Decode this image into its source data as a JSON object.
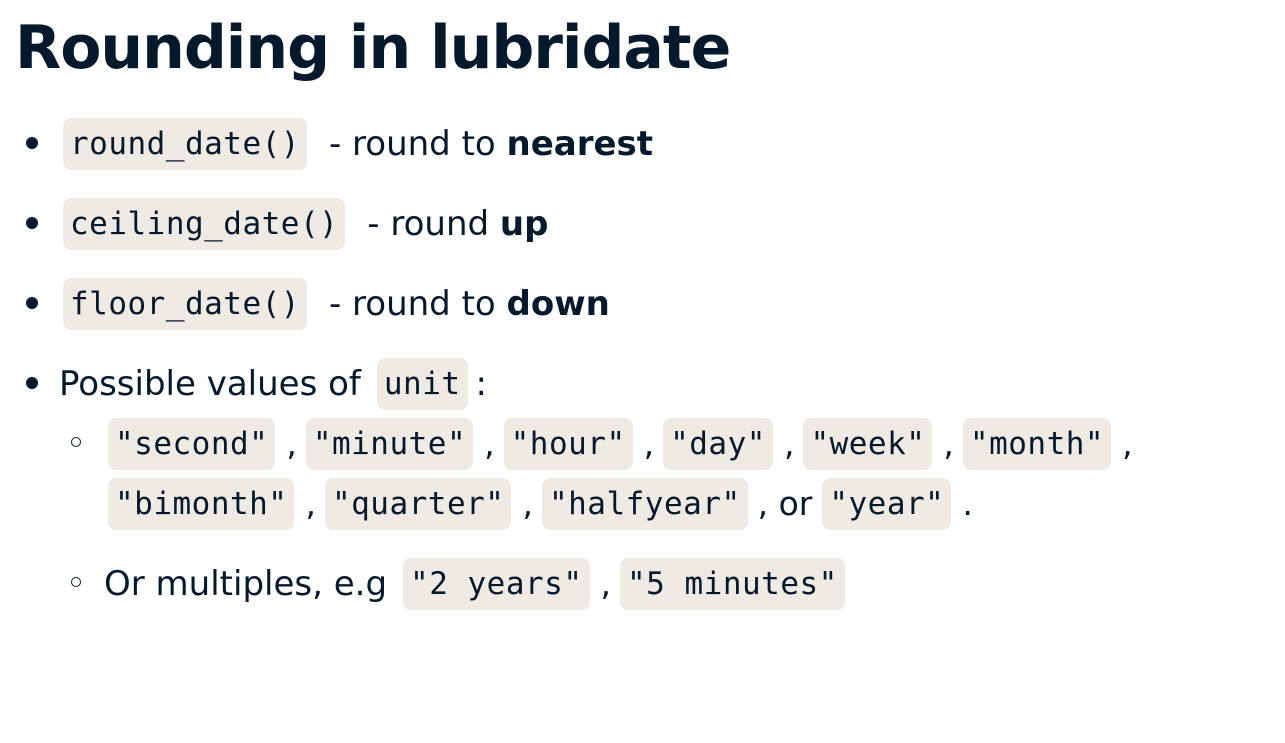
{
  "title": "Rounding in lubridate",
  "bullets": [
    {
      "code": "round_date()",
      "text": "- round to ",
      "bold": "nearest"
    },
    {
      "code": "ceiling_date()",
      "text": "- round ",
      "bold": "up"
    },
    {
      "code": "floor_date()",
      "text": "- round to ",
      "bold": "down"
    }
  ],
  "possible": {
    "prefix": "Possible values of",
    "code": "unit",
    "suffix": ":"
  },
  "units": {
    "line1": [
      "\"second\"",
      "\"minute\"",
      "\"hour\"",
      "\"day\"",
      "\"week\"",
      "\"month\""
    ],
    "line2": [
      "\"bimonth\"",
      "\"quarter\"",
      "\"halfyear\""
    ],
    "last": "\"year\"",
    "comma": ",",
    "or": ", or",
    "period": "."
  },
  "multiples": {
    "text": "Or multiples, e.g",
    "examples": [
      "\"2 years\"",
      "\"5 minutes\""
    ],
    "comma": ","
  }
}
